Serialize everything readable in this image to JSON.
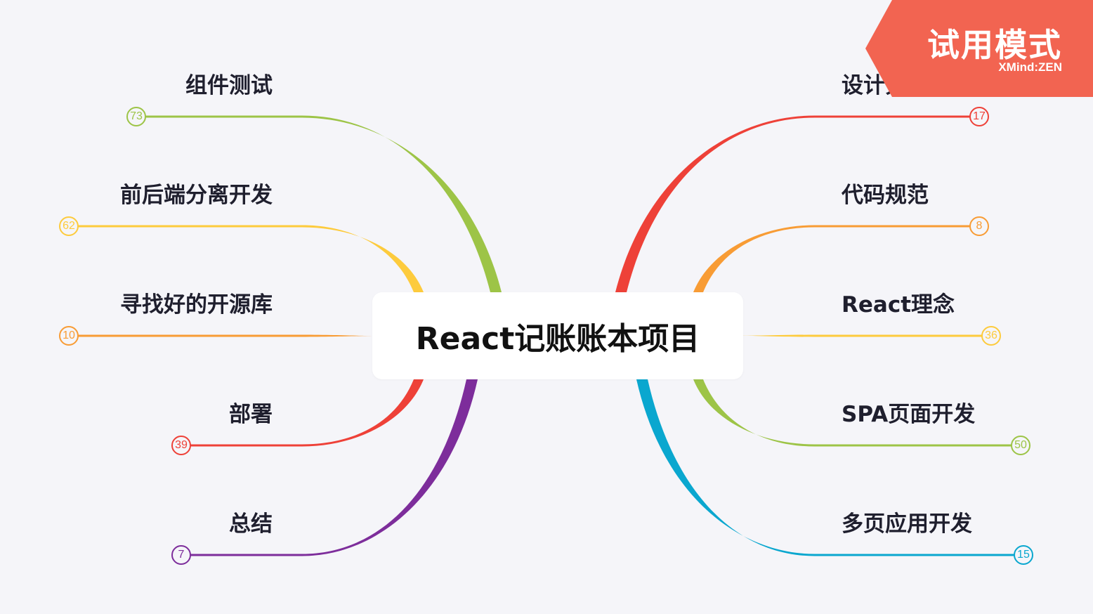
{
  "central_topic": "React记账账本项目",
  "watermark": {
    "title": "试用模式",
    "brand": "XMind:ZEN",
    "color": "#f26451"
  },
  "branches": [
    {
      "side": "left",
      "label": "组件测试",
      "count": "73",
      "color": "#9dc447"
    },
    {
      "side": "left",
      "label": "前后端分离开发",
      "count": "62",
      "color": "#fdcb3d"
    },
    {
      "side": "left",
      "label": "寻找好的开源库",
      "count": "10",
      "color": "#f89c35"
    },
    {
      "side": "left",
      "label": "部署",
      "count": "39",
      "color": "#ee4138"
    },
    {
      "side": "left",
      "label": "总结",
      "count": "7",
      "color": "#7d2d9b"
    },
    {
      "side": "right",
      "label": "设计分析",
      "count": "17",
      "color": "#ee4138"
    },
    {
      "side": "right",
      "label": "代码规范",
      "count": "8",
      "color": "#f89c35"
    },
    {
      "side": "right",
      "label": "React理念",
      "count": "36",
      "color": "#fdcb3d"
    },
    {
      "side": "right",
      "label": "SPA页面开发",
      "count": "50",
      "color": "#9dc447"
    },
    {
      "side": "right",
      "label": "多页应用开发",
      "count": "15",
      "color": "#0aa7cf"
    }
  ]
}
